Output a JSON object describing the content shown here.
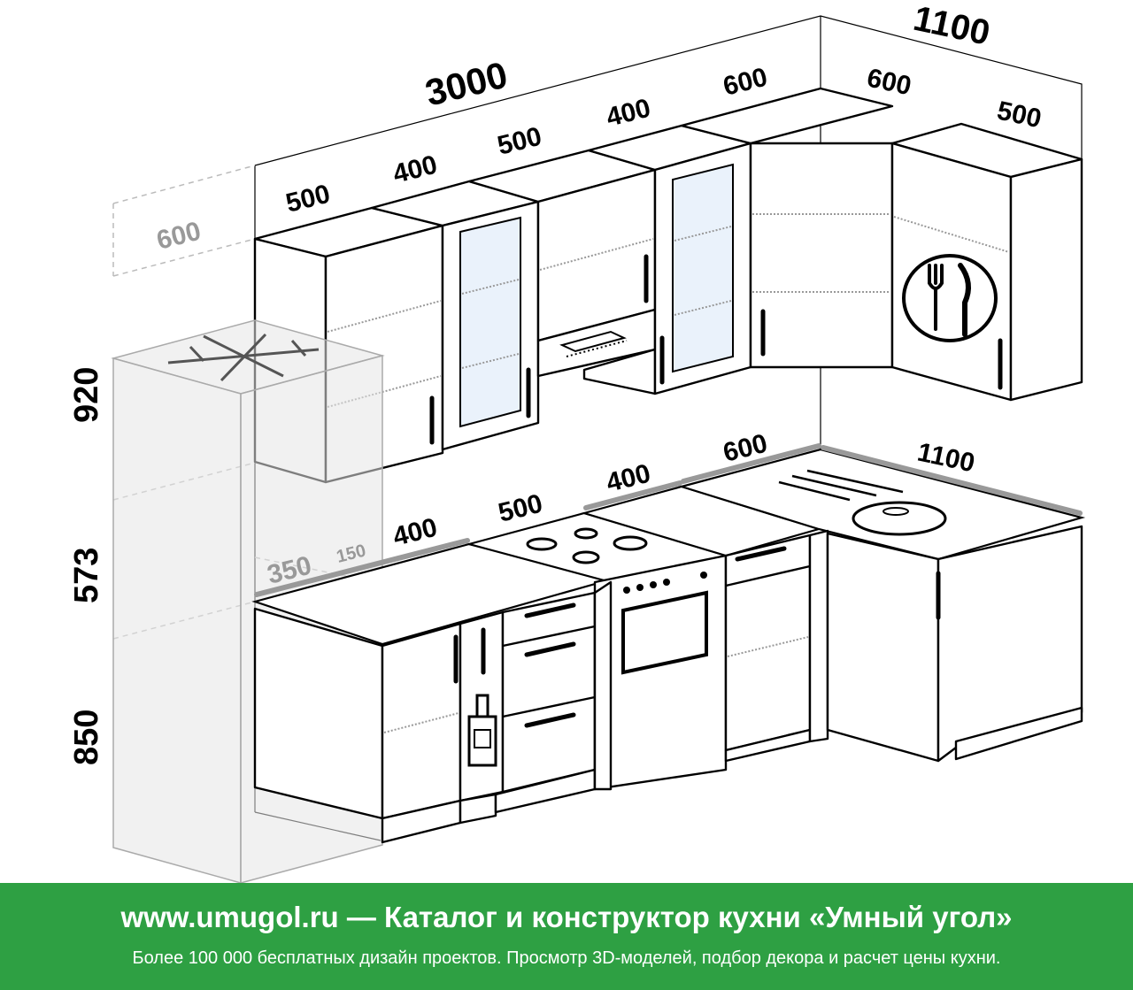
{
  "diagram": {
    "dimensions": {
      "wall_length": "3000",
      "corner_length": "1100",
      "corner_depth": "600",
      "corner_width": "500",
      "upper_depth": "600",
      "upper_1": "500",
      "upper_2": "400",
      "upper_3": "500",
      "upper_4": "400",
      "upper_5": "600",
      "base_1": "350",
      "base_gap": "150",
      "base_2": "400",
      "base_3": "500",
      "base_4": "400",
      "base_5": "600",
      "base_corner": "1100",
      "height_upper": "920",
      "height_middle": "573",
      "height_base": "850"
    },
    "icons": [
      "snowflake-icon",
      "fork-knife-icon",
      "bottle-icon",
      "stove-burners-icon",
      "sink-icon",
      "range-hood-icon"
    ]
  },
  "banner": {
    "title": "www.umugol.ru — Каталог и конструктор кухни «Умный угол»",
    "subtitle": "Более 100 000 бесплатных дизайн проектов. Просмотр 3D-моделей, подбор декора и расчет цены кухни."
  },
  "colors": {
    "banner_background": "#2ea043",
    "banner_text": "#ffffff"
  }
}
